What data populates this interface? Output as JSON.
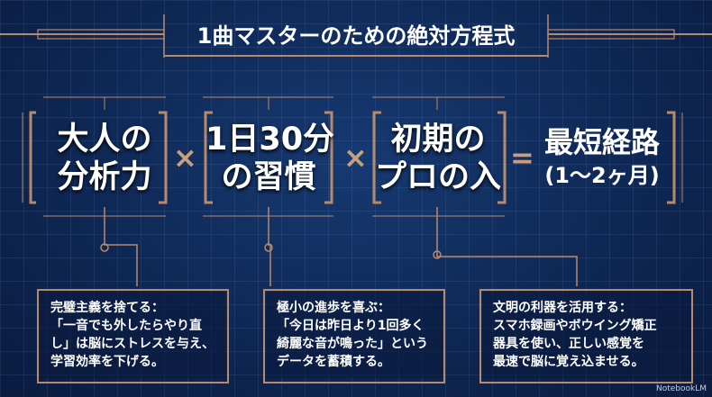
{
  "title": "1曲マスターのための絶対方程式",
  "equation": {
    "terms": [
      {
        "line1": "大人の",
        "line2": "分析力"
      },
      {
        "line1": "1日30分",
        "line2": "の習慣"
      },
      {
        "line1": "初期の",
        "line2": "プロの入"
      }
    ],
    "operators": [
      "×",
      "×",
      "="
    ],
    "result": {
      "line1": "最短経路",
      "line2": "(1〜2ヶ月)"
    }
  },
  "notes": [
    {
      "heading": "完璧主義を捨てる：",
      "lines": [
        "「一音でも外したらやり直",
        "し」は脳にストレスを与え、",
        "学習効率を下げる。"
      ]
    },
    {
      "heading": "極小の進歩を喜ぶ：",
      "lines": [
        "「今日は昨日より1回多く",
        "綺麗な音が鳴った」という",
        "データを蓄積する。"
      ]
    },
    {
      "heading": "文明の利器を活用する：",
      "lines": [
        "スマホ録画やボウイング矯正",
        "器具を使い、正しい感覚を",
        "最速で脳に覚え込ませる。"
      ]
    }
  ],
  "watermark": "NotebookLM",
  "colors": {
    "accent": "#b88a6a",
    "background": "#0e2652"
  }
}
